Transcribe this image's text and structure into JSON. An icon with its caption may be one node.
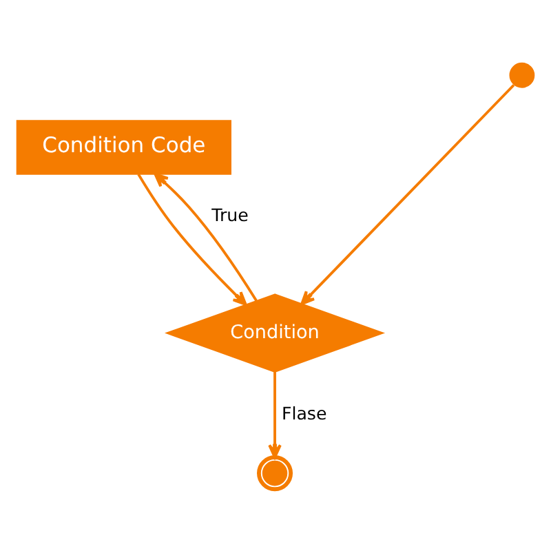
{
  "diagram": {
    "nodes": [
      {
        "text": [],
        "shape": "circle"
      },
      {
        "text": [
          "Condition Code"
        ]
      },
      {
        "text": [
          "Condition"
        ]
      },
      {
        "text": [],
        "shape": "bullseye"
      }
    ],
    "edges": [
      {
        "from": 0,
        "to": 2,
        "arrow": "to"
      },
      {
        "from": 2,
        "to": 1,
        "label": "True",
        "arrow": "to"
      },
      {
        "from": 1,
        "to": 2,
        "arrow": "to"
      },
      {
        "from": 2,
        "to": 3,
        "label": "Flase",
        "arrow": "to"
      }
    ]
  }
}
